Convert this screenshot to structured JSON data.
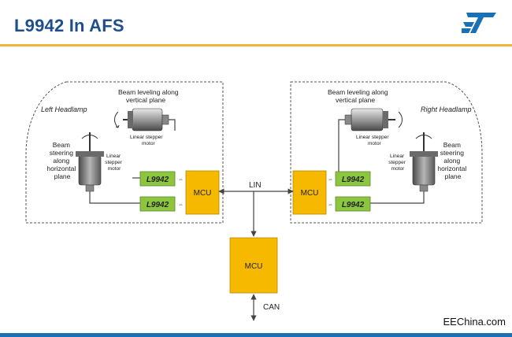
{
  "header": {
    "title": "L9942 In AFS",
    "logo_name": "st-logo-icon",
    "accent_color": "#f0b53a",
    "title_color": "#1f4e8c",
    "logo_color": "#1b6fb3"
  },
  "diagram": {
    "left_headlamp": {
      "label": "Left Headlamp",
      "vertical_motor_caption_1": "Beam leveling along",
      "vertical_motor_caption_2": "vertical plane",
      "vertical_motor_type_1": "Linear stepper",
      "vertical_motor_type_2": "motor",
      "horizontal_caption": [
        "Beam",
        "steering",
        "along",
        "horizontal",
        "plane"
      ],
      "horizontal_motor_type": [
        "Linear",
        "stepper",
        "motor"
      ],
      "driver_top": "L9942",
      "driver_bottom": "L9942",
      "mcu": "MCU"
    },
    "right_headlamp": {
      "label": "Right Headlamp",
      "vertical_motor_caption_1": "Beam leveling along",
      "vertical_motor_caption_2": "vertical plane",
      "vertical_motor_type_1": "Linear stepper",
      "vertical_motor_type_2": "motor",
      "horizontal_caption": [
        "Beam",
        "steering",
        "along",
        "horizontal",
        "plane"
      ],
      "horizontal_motor_type": [
        "Linear",
        "stepper",
        "motor"
      ],
      "driver_top": "L9942",
      "driver_bottom": "L9942",
      "mcu": "MCU"
    },
    "bus_label": "LIN",
    "central_mcu": "MCU",
    "can_label": "CAN",
    "colors": {
      "driver_fill": "#8cc63f",
      "mcu_fill": "#f7b800",
      "line": "#444444"
    }
  },
  "footer": {
    "watermark": "EEChina.com",
    "bar_color": "#1b6fb3"
  }
}
